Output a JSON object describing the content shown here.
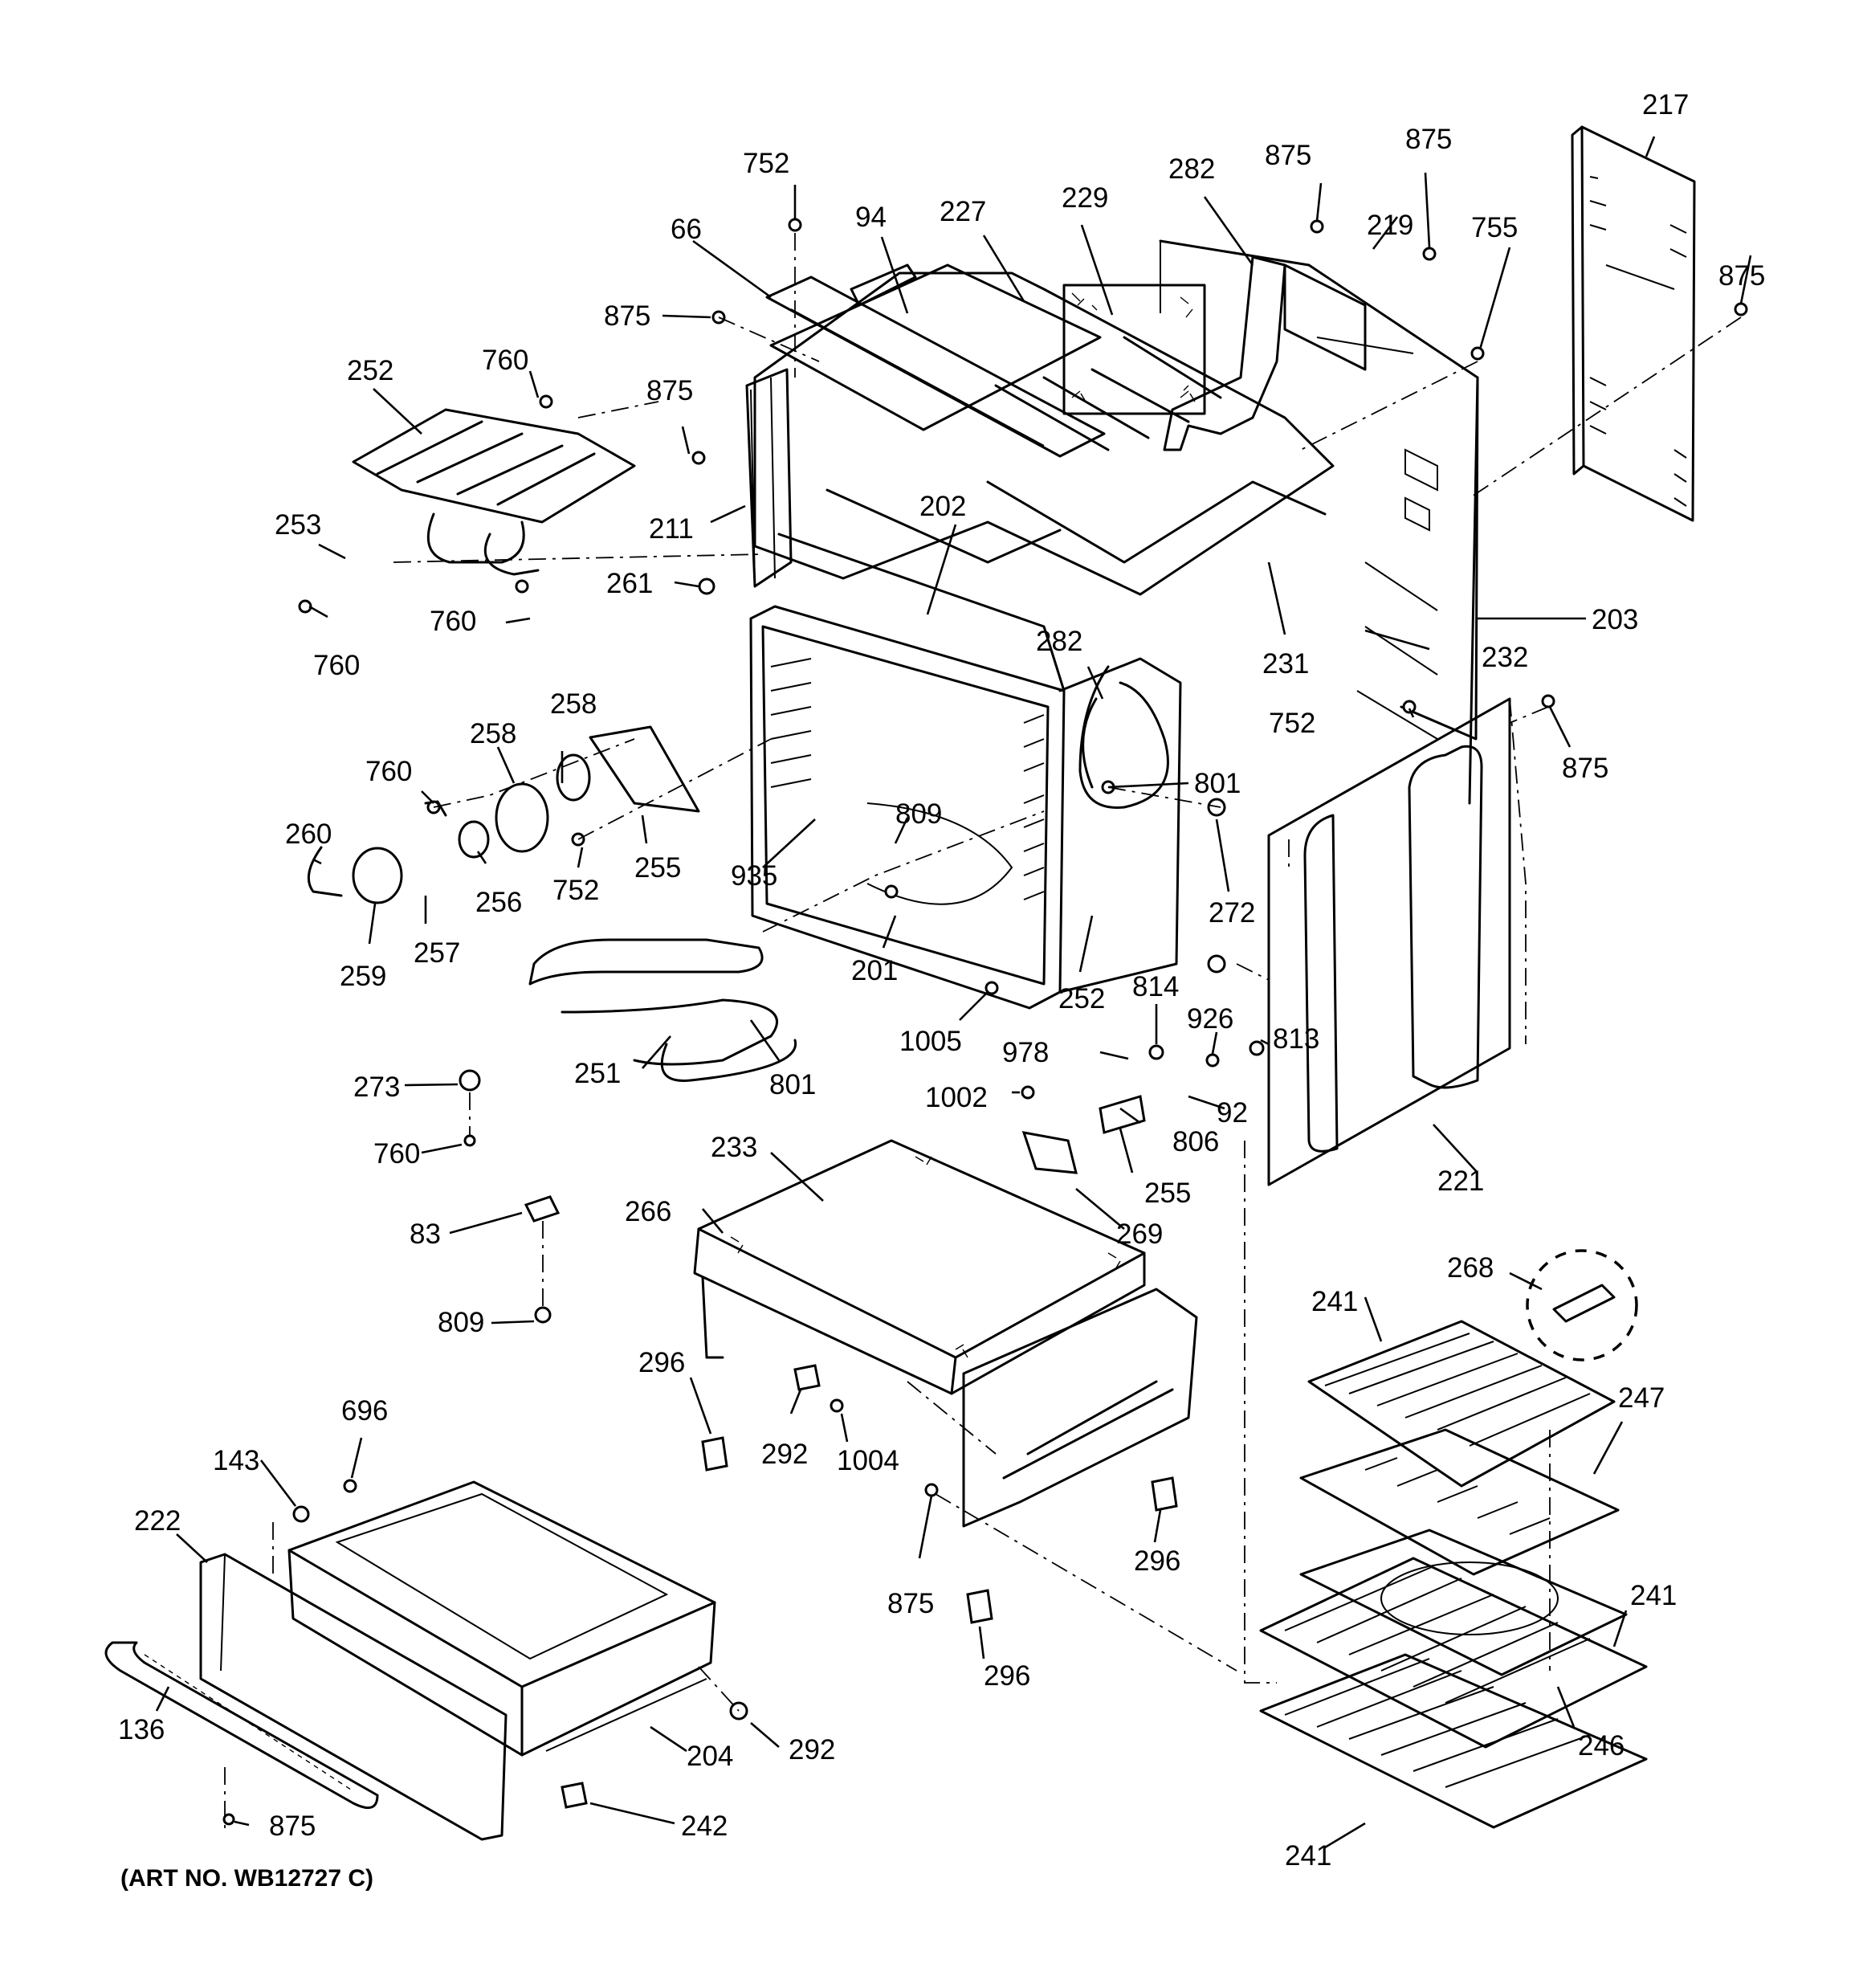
{
  "art_number": "(ART NO. WB12727 C)",
  "callouts": [
    {
      "id": "c217a",
      "text": "217"
    },
    {
      "id": "c875a",
      "text": "875"
    },
    {
      "id": "c875b",
      "text": "875"
    },
    {
      "id": "c282a",
      "text": "282"
    },
    {
      "id": "c219",
      "text": "219"
    },
    {
      "id": "c755",
      "text": "755"
    },
    {
      "id": "c875c",
      "text": "875"
    },
    {
      "id": "c752a",
      "text": "752"
    },
    {
      "id": "c94",
      "text": "94"
    },
    {
      "id": "c227",
      "text": "227"
    },
    {
      "id": "c229",
      "text": "229"
    },
    {
      "id": "c66",
      "text": "66"
    },
    {
      "id": "c875d",
      "text": "875"
    },
    {
      "id": "c252a",
      "text": "252"
    },
    {
      "id": "c760a",
      "text": "760"
    },
    {
      "id": "c875e",
      "text": "875"
    },
    {
      "id": "c253",
      "text": "253"
    },
    {
      "id": "c211",
      "text": "211"
    },
    {
      "id": "c202",
      "text": "202"
    },
    {
      "id": "c261",
      "text": "261"
    },
    {
      "id": "c760b",
      "text": "760"
    },
    {
      "id": "c760c",
      "text": "760"
    },
    {
      "id": "c203",
      "text": "203"
    },
    {
      "id": "c282b",
      "text": "282"
    },
    {
      "id": "c231",
      "text": "231"
    },
    {
      "id": "c232",
      "text": "232"
    },
    {
      "id": "c258a",
      "text": "258"
    },
    {
      "id": "c258b",
      "text": "258"
    },
    {
      "id": "c752b",
      "text": "752"
    },
    {
      "id": "c875f",
      "text": "875"
    },
    {
      "id": "c760d",
      "text": "760"
    },
    {
      "id": "c801a",
      "text": "801"
    },
    {
      "id": "c809a",
      "text": "809"
    },
    {
      "id": "c260",
      "text": "260"
    },
    {
      "id": "c255a",
      "text": "255"
    },
    {
      "id": "c935",
      "text": "935"
    },
    {
      "id": "c256",
      "text": "256"
    },
    {
      "id": "c752c",
      "text": "752"
    },
    {
      "id": "c272",
      "text": "272"
    },
    {
      "id": "c257",
      "text": "257"
    },
    {
      "id": "c259",
      "text": "259"
    },
    {
      "id": "c201",
      "text": "201"
    },
    {
      "id": "c252b",
      "text": "252"
    },
    {
      "id": "c814",
      "text": "814"
    },
    {
      "id": "c926",
      "text": "926"
    },
    {
      "id": "c1005",
      "text": "1005"
    },
    {
      "id": "c978",
      "text": "978"
    },
    {
      "id": "c813",
      "text": "813"
    },
    {
      "id": "c251",
      "text": "251"
    },
    {
      "id": "c801b",
      "text": "801"
    },
    {
      "id": "c273",
      "text": "273"
    },
    {
      "id": "c1002",
      "text": "1002"
    },
    {
      "id": "c92",
      "text": "92"
    },
    {
      "id": "c806",
      "text": "806"
    },
    {
      "id": "c760e",
      "text": "760"
    },
    {
      "id": "c233",
      "text": "233"
    },
    {
      "id": "c255b",
      "text": "255"
    },
    {
      "id": "c221",
      "text": "221"
    },
    {
      "id": "c266",
      "text": "266"
    },
    {
      "id": "c269",
      "text": "269"
    },
    {
      "id": "c83",
      "text": "83"
    },
    {
      "id": "c268",
      "text": "268"
    },
    {
      "id": "c241a",
      "text": "241"
    },
    {
      "id": "c809b",
      "text": "809"
    },
    {
      "id": "c296a",
      "text": "296"
    },
    {
      "id": "c247",
      "text": "247"
    },
    {
      "id": "c696",
      "text": "696"
    },
    {
      "id": "c292a",
      "text": "292"
    },
    {
      "id": "c1004",
      "text": "1004"
    },
    {
      "id": "c143",
      "text": "143"
    },
    {
      "id": "c222",
      "text": "222"
    },
    {
      "id": "c296b",
      "text": "296"
    },
    {
      "id": "c241b",
      "text": "241"
    },
    {
      "id": "c875g",
      "text": "875"
    },
    {
      "id": "c296c",
      "text": "296"
    },
    {
      "id": "c246",
      "text": "246"
    },
    {
      "id": "c136",
      "text": "136"
    },
    {
      "id": "c204",
      "text": "204"
    },
    {
      "id": "c292b",
      "text": "292"
    },
    {
      "id": "c875h",
      "text": "875"
    },
    {
      "id": "c242",
      "text": "242"
    },
    {
      "id": "c241c",
      "text": "241"
    }
  ]
}
